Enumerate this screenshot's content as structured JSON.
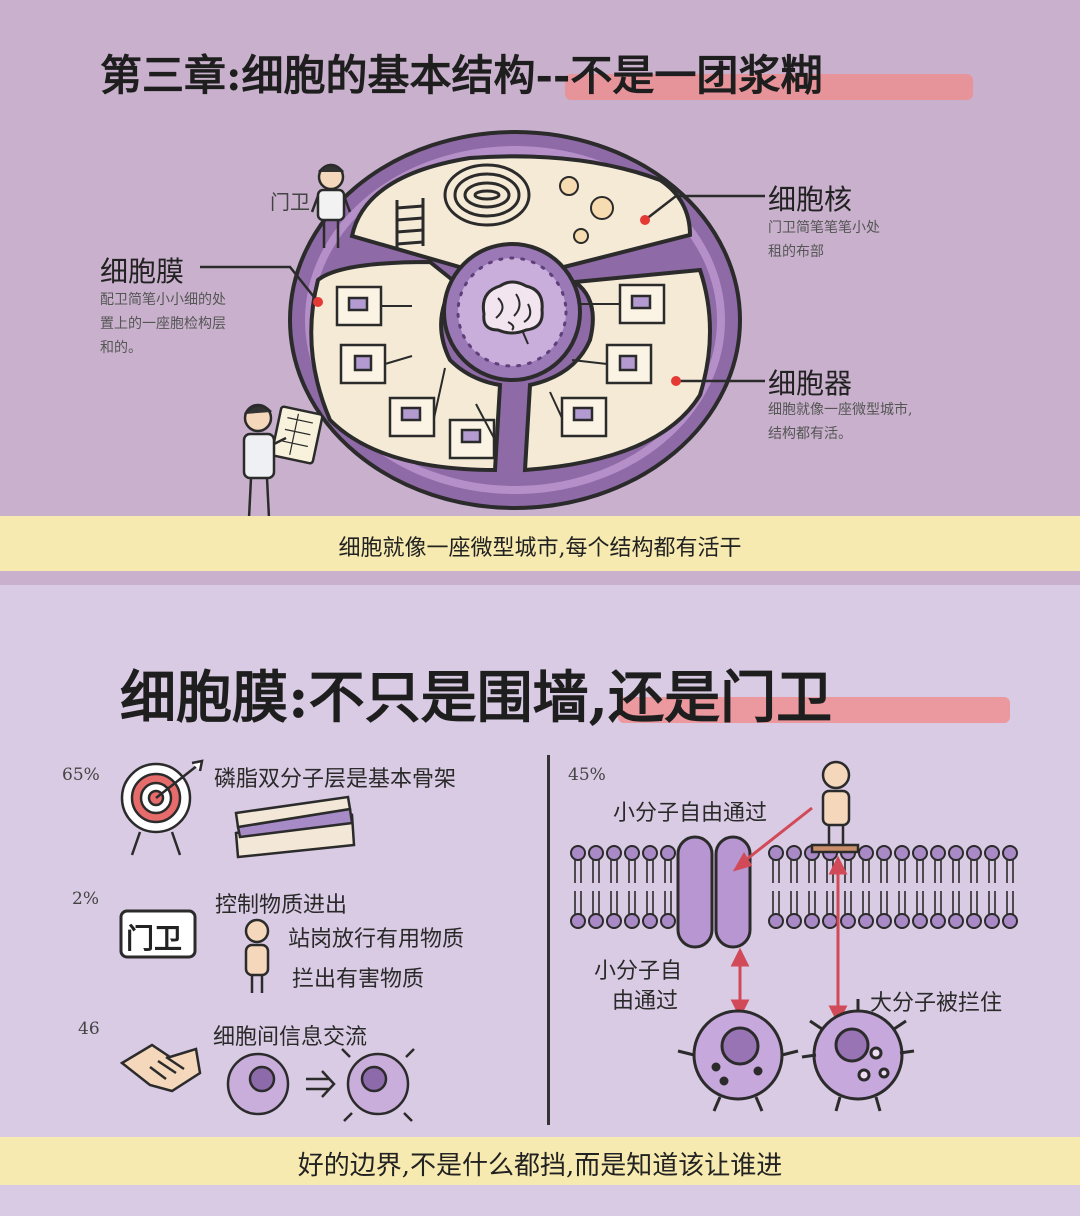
{
  "top": {
    "title": "第三章:细胞的基本结构--不是一团浆糊",
    "guard_label": "门卫",
    "nucleus": {
      "label": "细胞核",
      "desc": [
        "门卫简笔笔笔小处",
        "租的布部"
      ]
    },
    "membrane": {
      "label": "细胞膜",
      "desc": [
        "配卫简笔小小细的处",
        "置上的一座胞检构层",
        "和的。"
      ]
    },
    "organelle": {
      "label": "细胞器",
      "desc": [
        "细胞就像一座微型城市,",
        "结构都有活。"
      ]
    },
    "band_text": "细胞就像一座微型城市,每个结构都有活干"
  },
  "bottom": {
    "title": "细胞膜:不只是围墙,还是门卫",
    "items": [
      {
        "pct": "65%",
        "text": "磷脂双分子层是基本骨架"
      },
      {
        "pct": "2%",
        "text": "控制物质进出",
        "badge": "门卫",
        "sub": [
          "站岗放行有用物质",
          "拦出有害物质"
        ]
      },
      {
        "pct": "46",
        "text": "细胞间信息交流"
      }
    ],
    "right": {
      "pct": "45%",
      "top_label": "小分子自由通过",
      "left_label": [
        "小分子自",
        "由通过"
      ],
      "right_label": "大分子被拦住"
    },
    "band_text": "好的边界,不是什么都挡,而是知道该让谁进"
  },
  "colors": {
    "top_background": "#c9b1cd",
    "bottom_background": "#d9cbe3",
    "band": "#f7eab0",
    "highlight": "#f08a8c",
    "membrane_purple": "#8e6aa6",
    "cytoplasm": "#f4ead6",
    "red_dot": "#e53935",
    "arrow_red": "#d24a57"
  }
}
